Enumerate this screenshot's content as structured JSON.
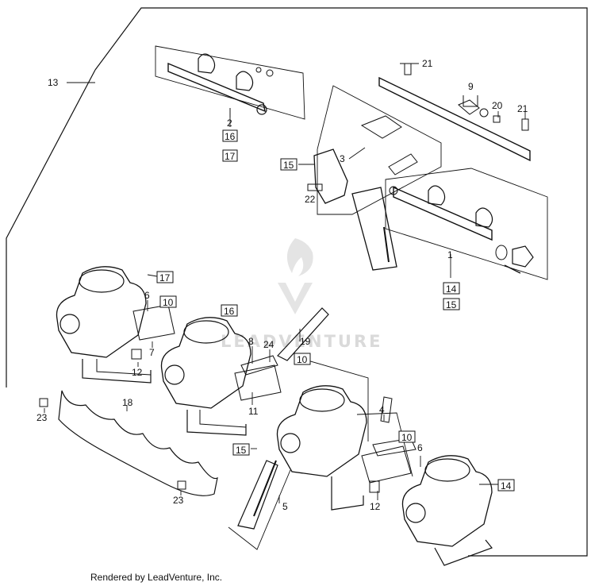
{
  "callouts": {
    "c1": "1",
    "c2": "2",
    "c3": "3",
    "c4": "4",
    "c5": "5",
    "c6a": "6",
    "c6b": "6",
    "c7": "7",
    "c8": "8",
    "c9": "9",
    "c10a": "10",
    "c10b": "10",
    "c10c": "10",
    "c11": "11",
    "c12a": "12",
    "c12b": "12",
    "c13": "13",
    "c14a": "14",
    "c14b": "14",
    "c15a": "15",
    "c15b": "15",
    "c15c": "15",
    "c16a": "16",
    "c16b": "16",
    "c17a": "17",
    "c17b": "17",
    "c18": "18",
    "c19": "19",
    "c20": "20",
    "c21a": "21",
    "c21b": "21",
    "c22": "22",
    "c23a": "23",
    "c23b": "23",
    "c24": "24"
  },
  "watermark": {
    "text": "LEADVENTURE",
    "color": "#d6d6d6"
  },
  "footer": {
    "text": "Rendered by LeadVenture, Inc."
  }
}
